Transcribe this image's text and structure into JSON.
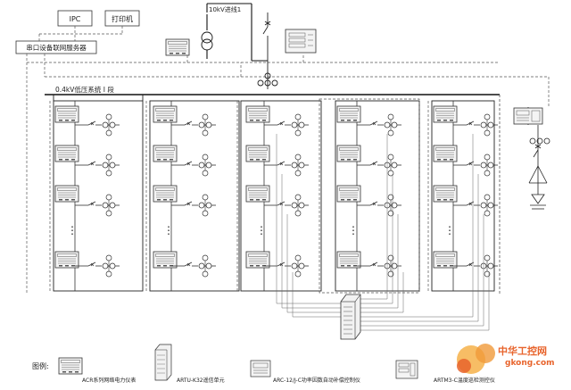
{
  "boxes": {
    "ipc": "IPC",
    "printer": "打印机",
    "server": "串口设备联网服务器"
  },
  "incoming_label": "10kV进线1",
  "bus_label": "0.4kV低压系统 I 段",
  "legend": {
    "title": "图例:",
    "items": [
      {
        "label": "ACR系列网络电力仪表"
      },
      {
        "label": "ARTU-K32遥信单元"
      },
      {
        "label": "ARC-12/J-C功率因数自动补偿控制仪"
      },
      {
        "label": "ARTM3-C温度巡检测控仪"
      }
    ]
  },
  "watermark": {
    "cn": "中华工控网",
    "url": "gkong.com",
    "color": "#e8642c"
  },
  "ellipsis": "⋮",
  "colors": {
    "line": "#333333",
    "dash": "#555555",
    "meter_border": "#444444",
    "panel_border": "#222222"
  }
}
